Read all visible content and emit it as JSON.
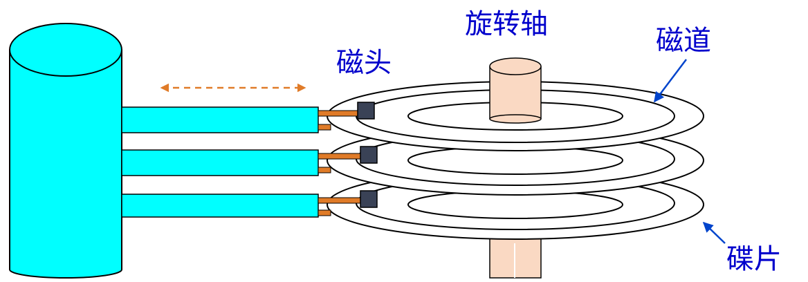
{
  "labels": {
    "spindle": "旋转轴",
    "head": "磁头",
    "track": "磁道",
    "platter": "碟片"
  },
  "colors": {
    "actuator_fill": "#00ffff",
    "spindle_fill": "#fad9c3",
    "arm_copper": "#e07b28",
    "head_block": "#3a4256",
    "label_text": "#0000cc",
    "pointer_arrow": "#0044cc",
    "motion_arrow": "#e07b28"
  }
}
